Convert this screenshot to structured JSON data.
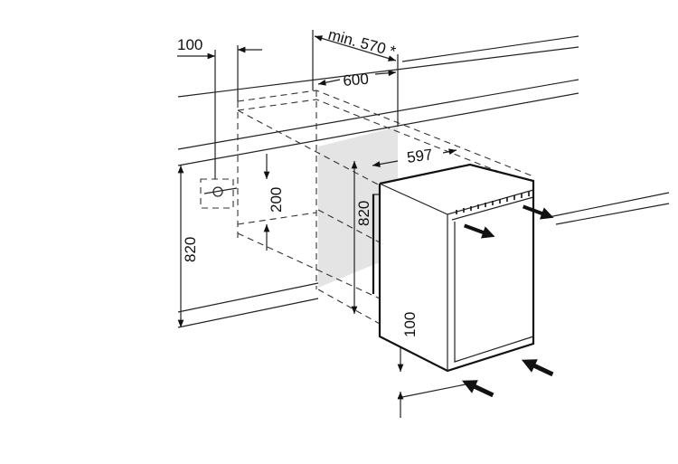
{
  "diagram": {
    "dimensions": {
      "socket_offset": "100",
      "min_depth": "min. 570 *",
      "niche_depth": "600",
      "appliance_depth": "597",
      "niche_height": "820",
      "appliance_height": "820",
      "socket_height": "200",
      "plinth_height": "100"
    },
    "colors": {
      "line": "#222222",
      "niche_fill": "#e4e4e4"
    }
  }
}
